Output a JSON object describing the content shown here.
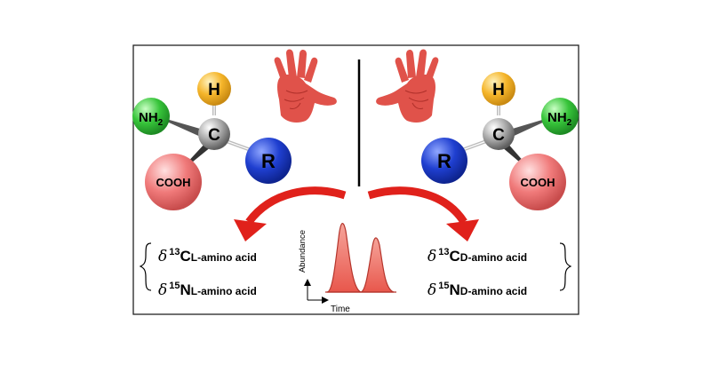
{
  "left_molecule": {
    "center": "C",
    "top": "H",
    "amine": "NH",
    "amine_sub": "2",
    "acid": "COOH",
    "side_chain": "R"
  },
  "right_molecule": {
    "center": "C",
    "top": "H",
    "amine": "NH",
    "amine_sub": "2",
    "acid": "COOH",
    "side_chain": "R"
  },
  "chromatogram": {
    "y_axis_label": "Abundance",
    "x_axis_label": "Time"
  },
  "left_isotopes": [
    {
      "delta": "δ",
      "mass": "13",
      "element": "C",
      "subscript": "L-amino acid"
    },
    {
      "delta": "δ",
      "mass": "15",
      "element": "N",
      "subscript": "L-amino acid"
    }
  ],
  "right_isotopes": [
    {
      "delta": "δ",
      "mass": "13",
      "element": "C",
      "subscript": "D-amino acid"
    },
    {
      "delta": "δ",
      "mass": "15",
      "element": "N",
      "subscript": "D-amino acid"
    }
  ],
  "colors": {
    "hydrogen": "#f5b52a",
    "amine": "#37c43a",
    "side_chain": "#1f3fd0",
    "acid": "#f07a7a",
    "carbon": "#9a9a9a",
    "hand": "#e0524a",
    "arrow": "#e0211b",
    "peak": "#f07a6e"
  }
}
